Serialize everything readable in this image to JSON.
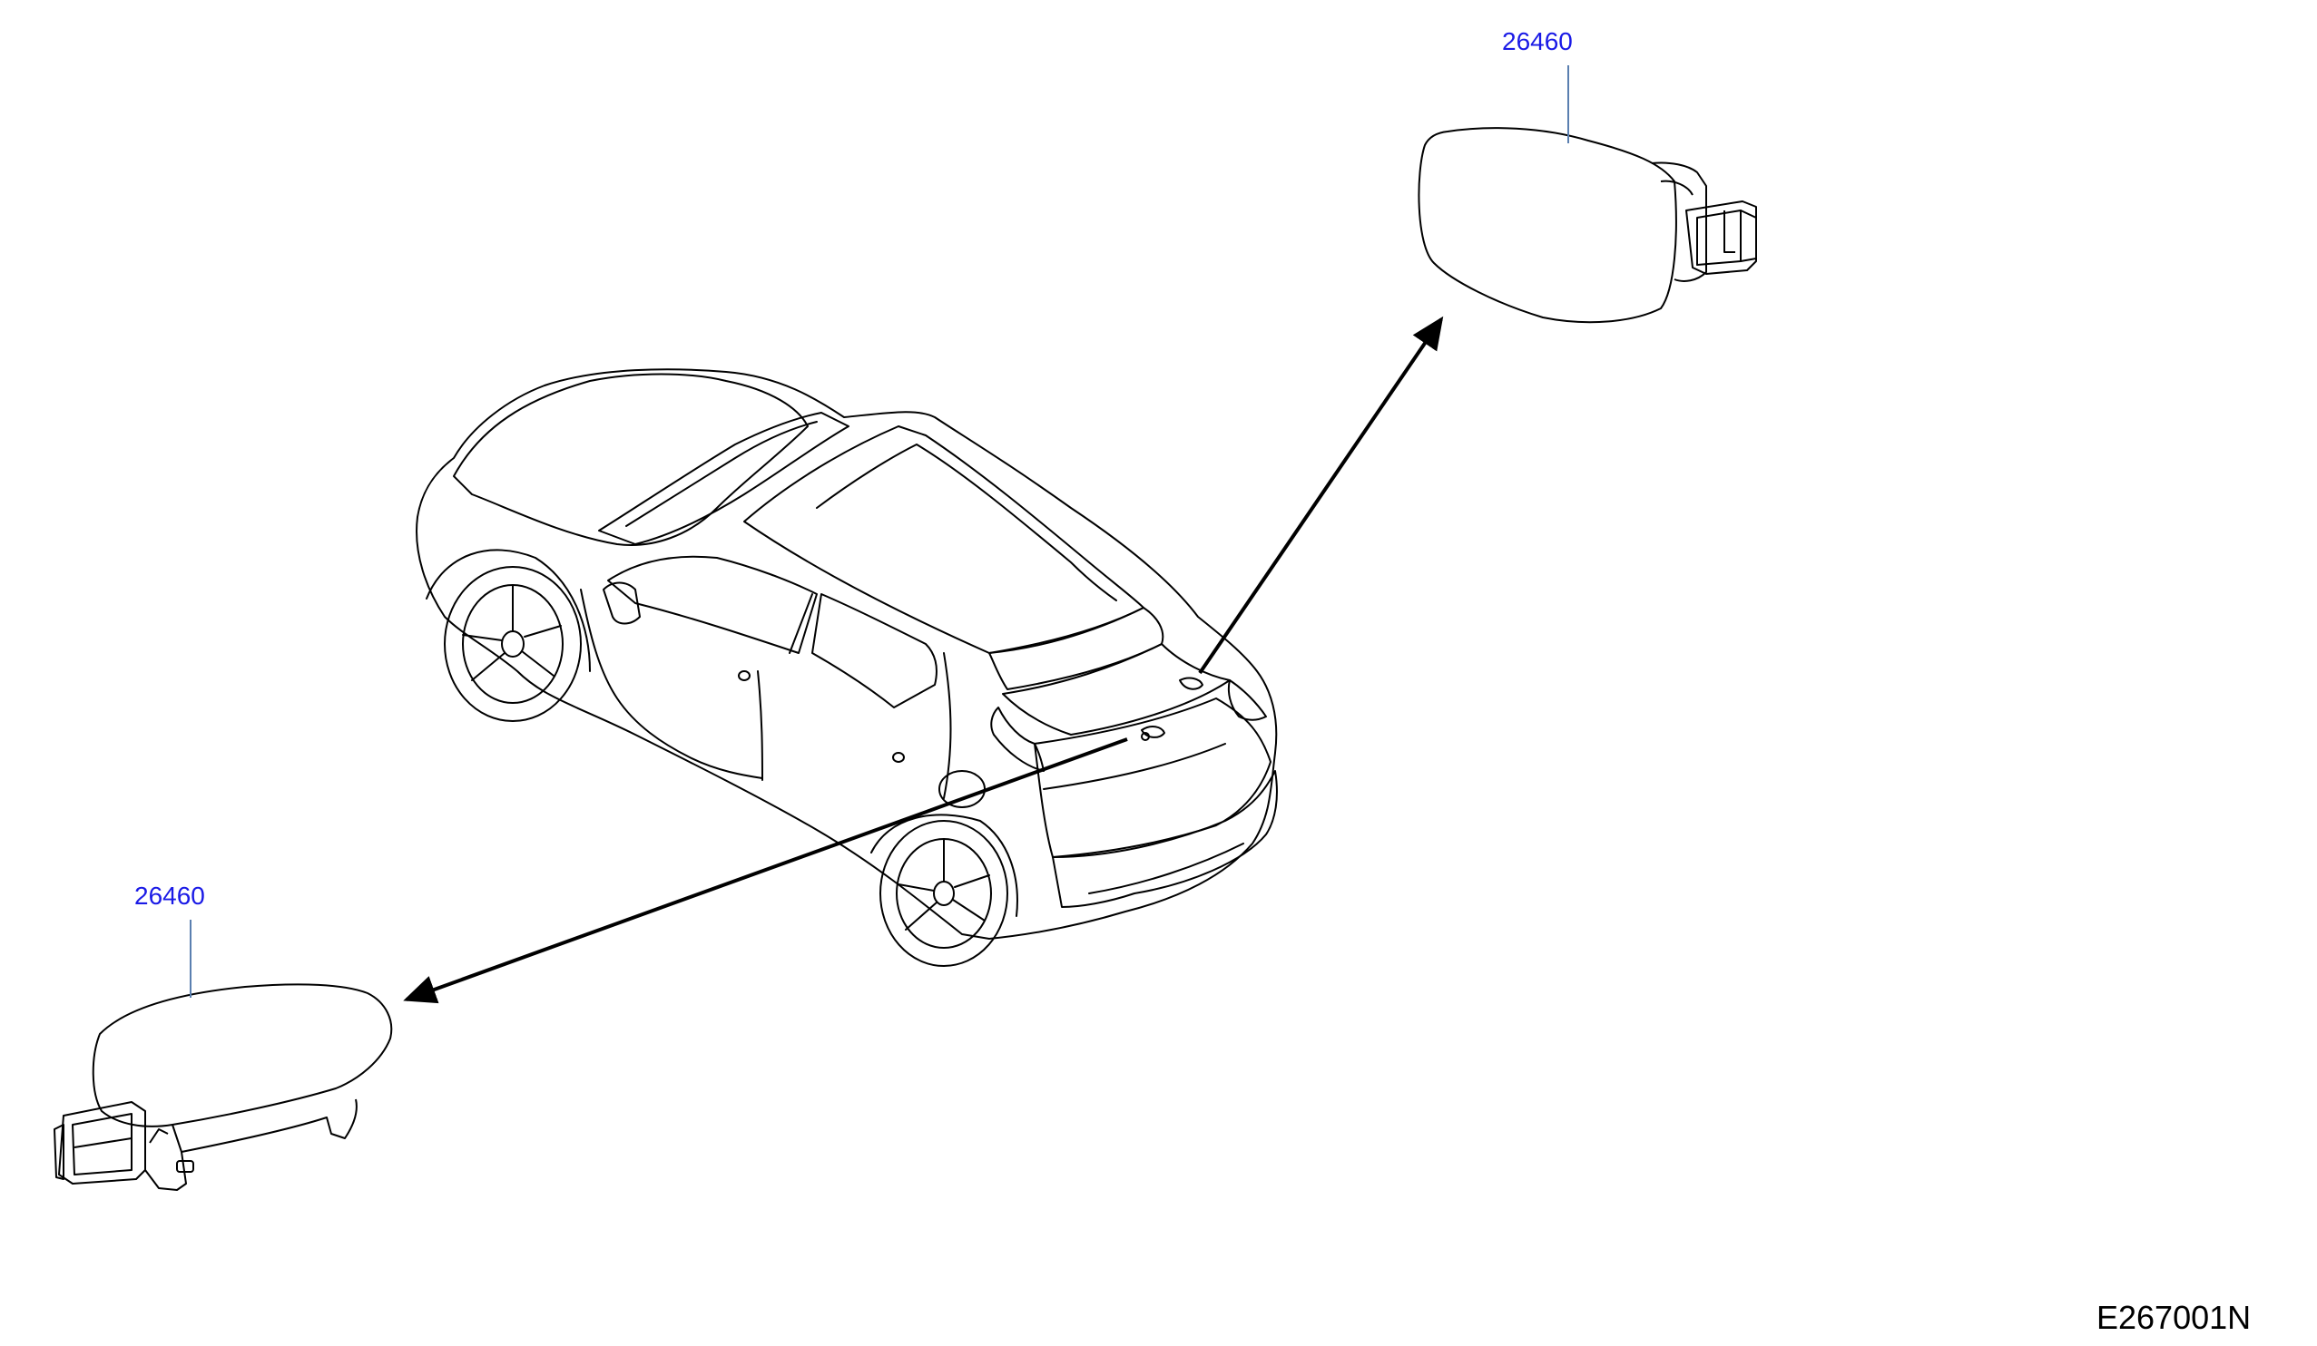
{
  "callouts": {
    "top_part_number": "26460",
    "left_part_number": "26460"
  },
  "diagram_id": "E267001N",
  "colors": {
    "callout_text": "#1a1ae6",
    "leader_line": "#5a7fb0",
    "linework": "#000000"
  }
}
